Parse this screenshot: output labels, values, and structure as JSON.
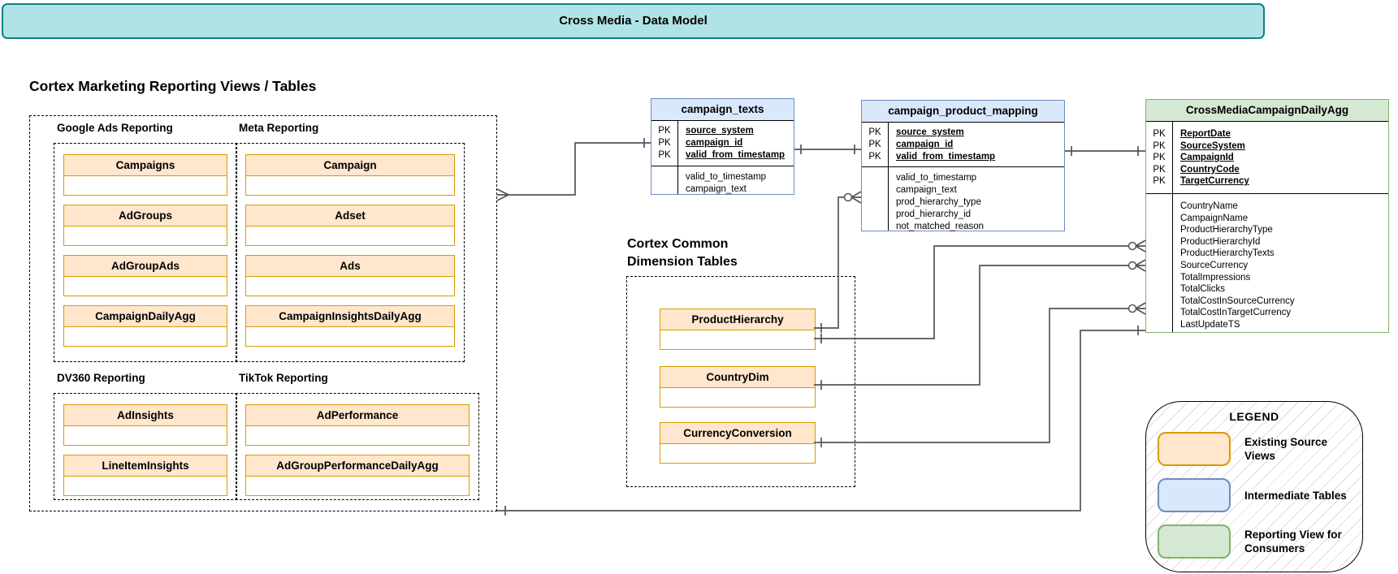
{
  "banner": {
    "title": "Cross Media - Data Model"
  },
  "left_section": {
    "heading": "Cortex Marketing Reporting Views / Tables",
    "groups": [
      {
        "label": "Google Ads Reporting",
        "tables": [
          "Campaigns",
          "AdGroups",
          "AdGroupAds",
          "CampaignDailyAgg"
        ]
      },
      {
        "label": "Meta Reporting",
        "tables": [
          "Campaign",
          "Adset",
          "Ads",
          "CampaignInsightsDailyAgg"
        ]
      },
      {
        "label": "DV360 Reporting",
        "tables": [
          "AdInsights",
          "LineItemInsights"
        ]
      },
      {
        "label": "TikTok Reporting",
        "tables": [
          "AdPerformance",
          "AdGroupPerformanceDailyAgg"
        ]
      }
    ]
  },
  "pk_label": "PK",
  "entities": [
    {
      "name": "campaign_texts",
      "pk": [
        "source_system",
        "campaign_id",
        "valid_from_timestamp"
      ],
      "attributes": [
        "valid_to_timestamp",
        "campaign_text"
      ]
    },
    {
      "name": "campaign_product_mapping",
      "pk": [
        "source_system",
        "campaign_id",
        "valid_from_timestamp"
      ],
      "attributes": [
        "valid_to_timestamp",
        "campaign_text",
        "prod_hierarchy_type",
        "prod_hierarchy_id",
        "not_matched_reason"
      ]
    },
    {
      "name": "CrossMediaCampaignDailyAgg",
      "pk": [
        "ReportDate",
        "SourceSystem",
        "CampaignId",
        "CountryCode",
        "TargetCurrency"
      ],
      "attributes": [
        "CountryName",
        "CampaignName",
        "ProductHierarchyType",
        "ProductHierarchyId",
        "ProductHierarchyTexts",
        "SourceCurrency",
        "TotalImpressions",
        "TotalClicks",
        "TotalCostInSourceCurrency",
        "TotalCostInTargetCurrency",
        "LastUpdateTS"
      ]
    }
  ],
  "dimension_section": {
    "heading_line1": "Cortex Common",
    "heading_line2": "Dimension Tables",
    "tables": [
      "ProductHierarchy",
      "CountryDim",
      "CurrencyConversion"
    ]
  },
  "legend": {
    "title": "LEGEND",
    "items": [
      {
        "fill": "#FFE6CC",
        "border": "#D79B00",
        "label": "Existing Source Views"
      },
      {
        "fill": "#DAE8FC",
        "border": "#6C8EBF",
        "label": "Intermediate Tables"
      },
      {
        "fill": "#D5E8D4",
        "border": "#82B366",
        "label": "Reporting View for Consumers"
      }
    ]
  },
  "colors": {
    "banner_fill": "#B0E3E6",
    "banner_stroke": "#0E8088",
    "orange_fill": "#FFE6CC",
    "orange_stroke": "#D79B00",
    "blue_fill": "#DAE8FC",
    "blue_stroke": "#6C8EBF",
    "green_fill": "#D5E8D4",
    "green_stroke": "#82B366",
    "connector": "#545454"
  }
}
